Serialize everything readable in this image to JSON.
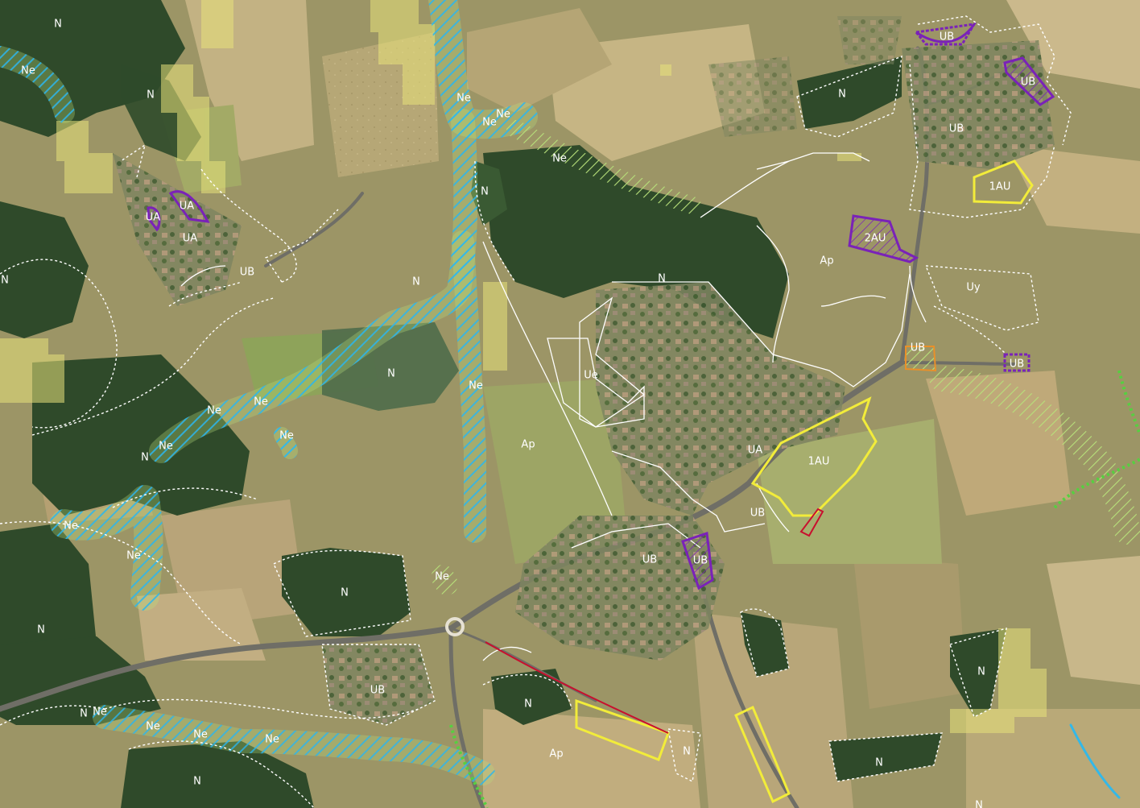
{
  "map": {
    "colors": {
      "terrain": "#9c9566",
      "field_light": "#c9b98a",
      "field_green": "#8ea35a",
      "forest": "#2f4a2a",
      "zone_white": "#ffffff",
      "urban_yellow": "#f2ec3a",
      "urban_purple": "#7a22b8",
      "water_blue": "#33b8e8",
      "hatch_green": "#b7e07a",
      "pale_yellow": "#e8e27a",
      "road": "#6f6e66",
      "accent_red": "#c8102e",
      "accent_orange": "#e8902a",
      "dotted_green": "#56d040"
    },
    "labels": {
      "n_top_left": "N",
      "ne_top_left": "Ne",
      "n_upper_center_left": "N",
      "ua_1": "UA",
      "ua_2": "UA",
      "ua_3": "UA",
      "ub_upper_left": "UB",
      "ne_stream_1": "Ne",
      "ne_stream_2": "Ne",
      "ne_stream_3": "Ne",
      "ne_stream_4": "Ne",
      "n_small_stream": "N",
      "n_mid": "N",
      "n_lake": "N",
      "ne_left_1": "Ne",
      "ne_left_2": "Ne",
      "ne_left_3": "Ne",
      "ne_left_4": "Ne",
      "n_left_small": "N",
      "ne_vertical": "Ne",
      "ue": "Ue",
      "ap_center": "Ap",
      "n_forest_center": "N",
      "n_far_left": "N",
      "ne_bottom_left_1": "Ne",
      "ne_bottom_left_2": "Ne",
      "ne_small_center": "Ne",
      "n_bottom_center": "N",
      "n_bottom_left": "N",
      "n_bottom_left2": "N",
      "ne_bottom_1": "Ne",
      "ne_bottom_2": "Ne",
      "ne_bottom_3": "Ne",
      "ne_bottom_4": "Ne",
      "n_bottom": "N",
      "ub_bottom_left": "UB",
      "n_bottom_middle": "N",
      "ap_bottom": "Ap",
      "n_bottom_center_right": "N",
      "ua_center": "UA",
      "au1_center": "1AU",
      "ub_center": "UB",
      "ub_purple_center": "UB",
      "ub_center_bottom": "UB",
      "n_top_right": "N",
      "ub_top_right_1": "UB",
      "ub_top_right_2": "UB",
      "ub_right_village": "UB",
      "au1_right": "1AU",
      "au2_right": "2AU",
      "ap_right": "Ap",
      "uy_right": "Uy",
      "ub_right_orange": "UB",
      "ub_right_purple": "UB",
      "n_bottom_right": "N",
      "n_bottom_right2": "N",
      "n_bottom_edge": "N"
    }
  }
}
